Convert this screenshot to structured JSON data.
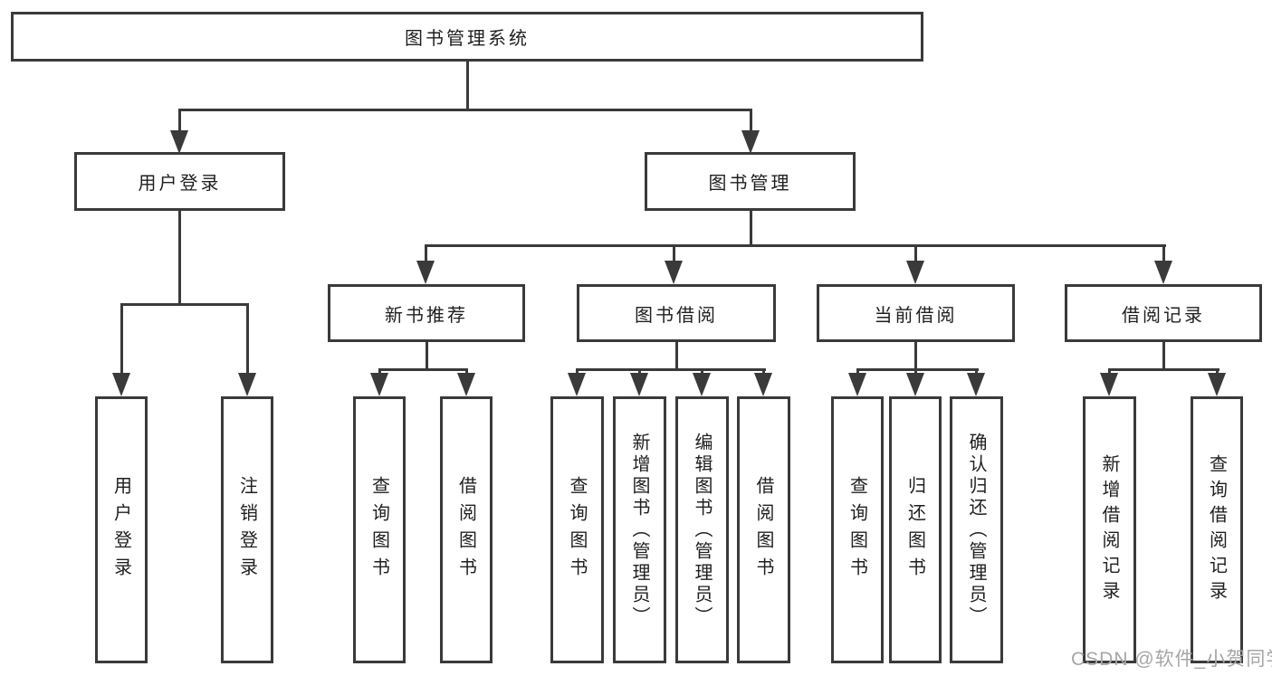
{
  "diagram": {
    "root": {
      "label": "图书管理系统"
    },
    "level2": [
      {
        "label": "用户登录",
        "parent": "图书管理系统"
      },
      {
        "label": "图书管理",
        "parent": "图书管理系统"
      }
    ],
    "level3": [
      {
        "label": "新书推荐",
        "parent": "图书管理"
      },
      {
        "label": "图书借阅",
        "parent": "图书管理"
      },
      {
        "label": "当前借阅",
        "parent": "图书管理"
      },
      {
        "label": "借阅记录",
        "parent": "图书管理"
      }
    ],
    "leaves": [
      {
        "label": "用户登录",
        "parent": "用户登录"
      },
      {
        "label": "注销登录",
        "parent": "用户登录"
      },
      {
        "label": "查询图书",
        "parent": "新书推荐"
      },
      {
        "label": "借阅图书",
        "parent": "新书推荐"
      },
      {
        "label": "查询图书",
        "parent": "图书借阅"
      },
      {
        "label": "新增图书（管理员）",
        "parent": "图书借阅"
      },
      {
        "label": "编辑图书（管理员）",
        "parent": "图书借阅"
      },
      {
        "label": "借阅图书",
        "parent": "图书借阅"
      },
      {
        "label": "查询图书",
        "parent": "当前借阅"
      },
      {
        "label": "归还图书",
        "parent": "当前借阅"
      },
      {
        "label": "确认归还（管理员）",
        "parent": "当前借阅"
      },
      {
        "label": "新增借阅记录",
        "parent": "借阅记录"
      },
      {
        "label": "查询借阅记录",
        "parent": "借阅记录"
      }
    ],
    "watermark": "CSDN @软件_小贺同学",
    "colors": {
      "line": "#3a3a3a",
      "watermark": "#a6a6a6",
      "background": "#ffffff"
    }
  }
}
